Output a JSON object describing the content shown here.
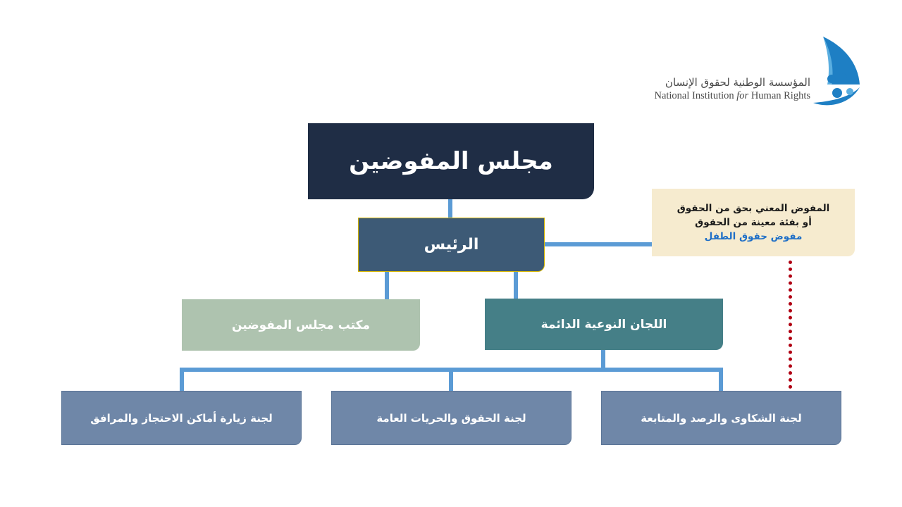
{
  "logo": {
    "arabic_name": "المؤسسة الوطنية لحقوق الإنسان",
    "english_pre": "National Institution ",
    "english_for": "for",
    "english_post": " Human Rights",
    "colors": {
      "blue": "#1e7fc4",
      "light_blue": "#5aaee0"
    }
  },
  "org": {
    "council": "مجلس المفوضين",
    "president": "الرئيس",
    "office": "مكتب مجلس المفوضين",
    "permanent_committees": "اللجان النوعية الدائمة",
    "committees": [
      "لجنة الشكاوى والرصد والمتابعة",
      "لجنة الحقوق والحريات العامة",
      "لجنة زيارة أماكن الاحتجاز والمرافق"
    ],
    "commissioner": {
      "line1": "المفوض المعني بحق من الحقوق",
      "line2": "أو بفئة معينة من الحقوق",
      "line3": "مفوض حقوق الطفل"
    }
  },
  "colors": {
    "council": "#1f2d45",
    "president": "#3d5a76",
    "office": "#aec3af",
    "permanent": "#457f87",
    "committee": "#6f87a8",
    "connector": "#5b9bd5",
    "commissioner_bg": "#f6ebcf",
    "dotted": "#b00012"
  }
}
